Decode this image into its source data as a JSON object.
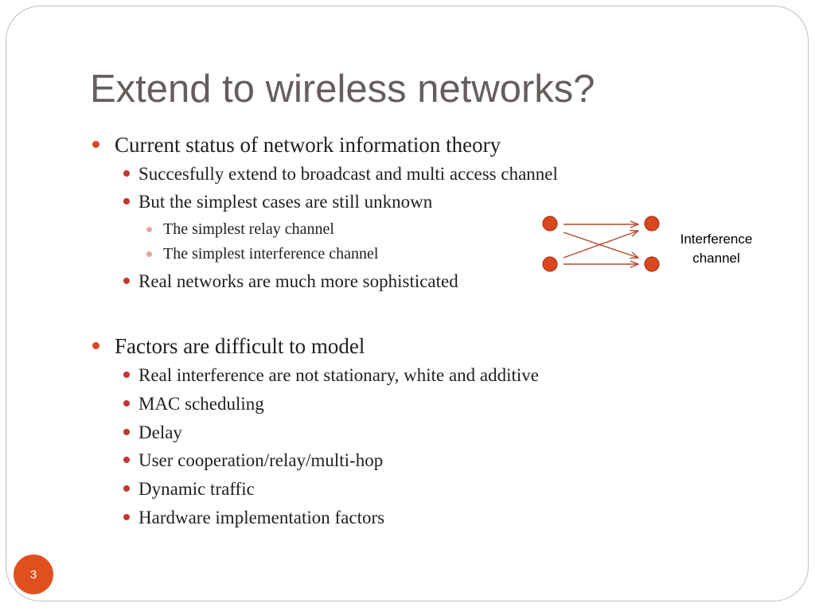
{
  "slide": {
    "title": "Extend to wireless networks?",
    "number": "3"
  },
  "bullets": {
    "b1": "Current status of network information theory",
    "b1_1": "Succesfully extend to broadcast and multi access channel",
    "b1_2": "But the simplest cases are still unknown",
    "b1_2_1": "The simplest relay channel",
    "b1_2_2": "The simplest interference channel",
    "b1_3": "Real networks are much more sophisticated",
    "b2": "Factors are difficult to model",
    "b2_1": "Real interference are not stationary, white and additive",
    "b2_2": "MAC scheduling",
    "b2_3": "Delay",
    "b2_4": "User cooperation/relay/multi-hop",
    "b2_5": "Dynamic traffic",
    "b2_6": "Hardware implementation factors"
  },
  "diagram": {
    "label_line1": "Interference",
    "label_line2": "channel",
    "node_color": "#d9471f",
    "arrow_color": "#b5482e"
  },
  "colors": {
    "title": "#655e5c",
    "bullet_level1": "#d9472b",
    "bullet_level2": "#c0392b",
    "bullet_level3": "#e8a79a",
    "slide_number_bg": "#e0501f"
  }
}
